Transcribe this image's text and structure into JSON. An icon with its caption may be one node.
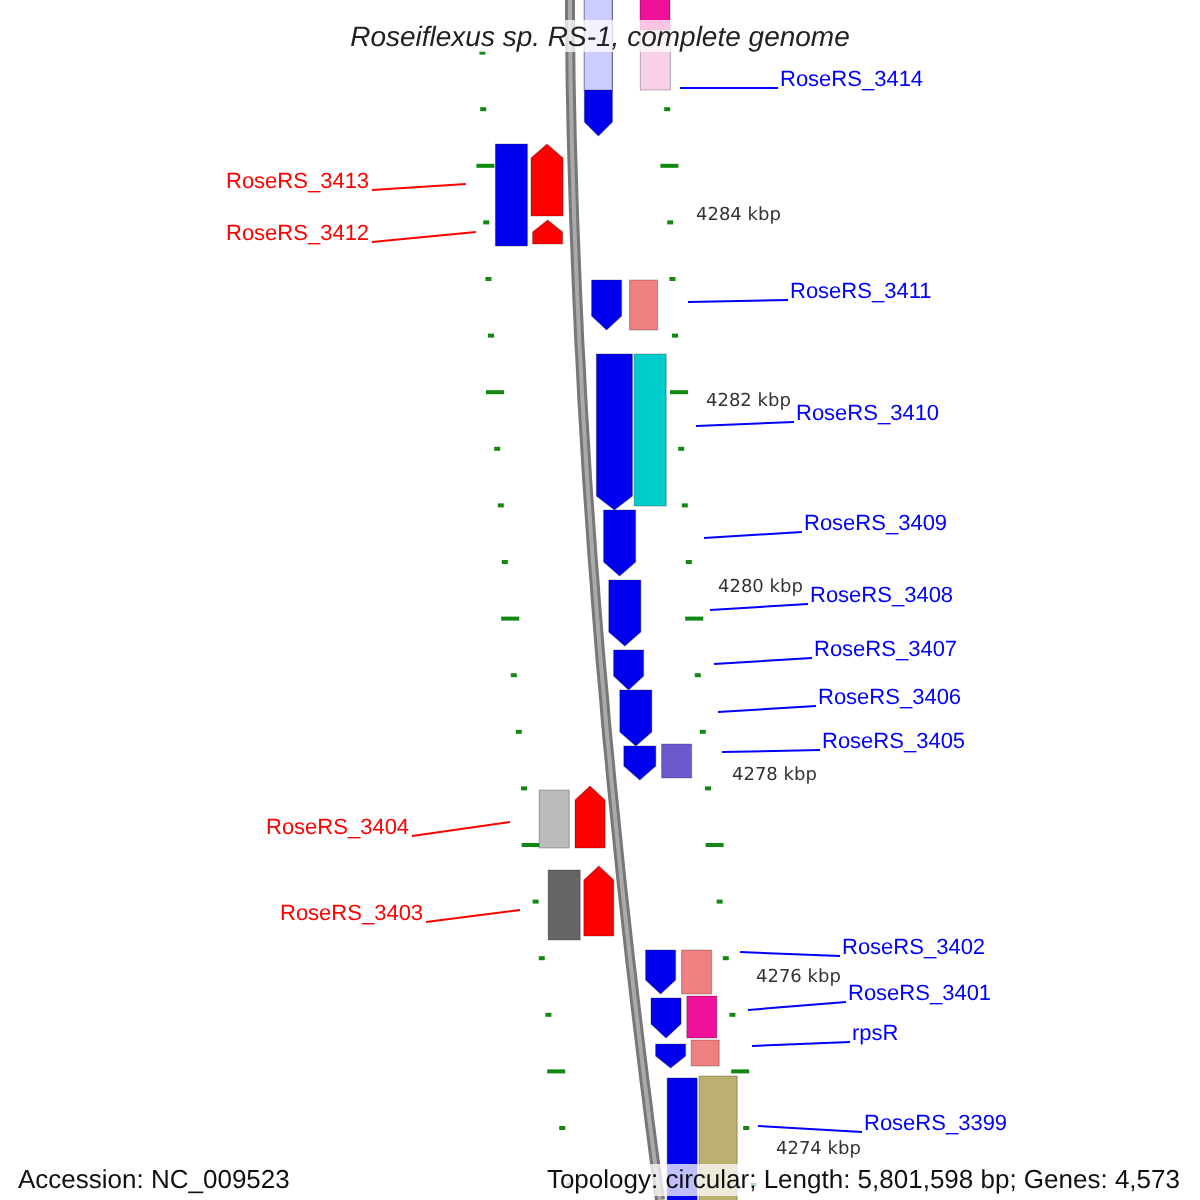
{
  "diagram": {
    "title": "Roseiflexus sp. RS-1, complete genome",
    "nodes": [
      {
        "text": [
          "RoseRS_3414"
        ]
      },
      {
        "text": [
          "RoseRS_3413"
        ]
      },
      {
        "text": [
          "RoseRS_3412"
        ]
      },
      {
        "text": [
          "RoseRS_3411"
        ]
      },
      {
        "text": [
          "RoseRS_3410"
        ]
      },
      {
        "text": [
          "RoseRS_3409"
        ]
      },
      {
        "text": [
          "RoseRS_3408"
        ]
      },
      {
        "text": [
          "RoseRS_3407"
        ]
      },
      {
        "text": [
          "RoseRS_3406"
        ]
      },
      {
        "text": [
          "RoseRS_3405"
        ]
      },
      {
        "text": [
          "RoseRS_3404"
        ]
      },
      {
        "text": [
          "RoseRS_3403"
        ]
      },
      {
        "text": [
          "RoseRS_3402"
        ]
      },
      {
        "text": [
          "RoseRS_3401"
        ]
      },
      {
        "text": [
          "rpsR"
        ]
      },
      {
        "text": [
          "RoseRS_3399"
        ]
      }
    ],
    "edges": [
      {
        "from": 0,
        "to": null,
        "arrow": "none"
      },
      {
        "from": 1,
        "to": null,
        "arrow": "none",
        "color": "#ff0000"
      },
      {
        "from": 2,
        "to": null,
        "arrow": "none",
        "color": "#ff0000"
      },
      {
        "from": 3,
        "to": null,
        "arrow": "none"
      },
      {
        "from": 4,
        "to": null,
        "arrow": "none"
      },
      {
        "from": 5,
        "to": null,
        "arrow": "none"
      },
      {
        "from": 6,
        "to": null,
        "arrow": "none"
      },
      {
        "from": 7,
        "to": null,
        "arrow": "none"
      },
      {
        "from": 8,
        "to": null,
        "arrow": "none"
      },
      {
        "from": 9,
        "to": null,
        "arrow": "none"
      },
      {
        "from": 10,
        "to": null,
        "arrow": "none",
        "color": "#ff0000"
      },
      {
        "from": 11,
        "to": null,
        "arrow": "none",
        "color": "#ff0000"
      },
      {
        "from": 12,
        "to": null,
        "arrow": "none"
      },
      {
        "from": 13,
        "to": null,
        "arrow": "none"
      },
      {
        "from": 14,
        "to": null,
        "arrow": "none"
      },
      {
        "from": 15,
        "to": null,
        "arrow": "none"
      }
    ],
    "labels": [
      "4284 kbp",
      "4282 kbp",
      "4280 kbp",
      "4278 kbp",
      "4276 kbp",
      "4274 kbp",
      "Accession: NC_009523",
      "Topology: circular; Length: 5,801,598 bp; Genes: 4,573"
    ]
  }
}
